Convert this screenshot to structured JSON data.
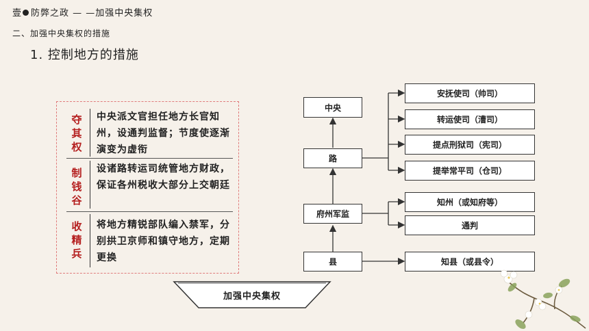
{
  "header": {
    "line1_prefix": "壹",
    "line1_text": "防弊之政 — —加强中央集权",
    "line2": "二、加强中央集权的措施",
    "line3": "1. 控制地方的措施"
  },
  "measures": [
    {
      "label": "夺其权",
      "text": "中央派文官担任地方长官知州，设通判监督；节度使逐渐演变为虚衔"
    },
    {
      "label": "制钱谷",
      "text": "设诸路转运司统管地方财政，保证各州税收大部分上交朝廷"
    },
    {
      "label": "收精兵",
      "text": "将地方精锐部队编入禁军，分别拱卫京师和镇守地方，定期更换"
    }
  ],
  "diagram": {
    "center": "中央",
    "lu": "路",
    "fuzhou": "府州军监",
    "xian": "县",
    "lu_offices": [
      "安抚使司（帅司）",
      "转运使司（漕司）",
      "提点刑狱司（宪司）",
      "提举常平司（仓司）"
    ],
    "fuzhou_offices": [
      "知州（或知府等）",
      "通判"
    ],
    "xian_office": "知县（或县令）"
  },
  "footer": {
    "label": "加强中央集权"
  },
  "icons": {
    "decoration": "flower-branch-icon"
  },
  "colors": {
    "background": "#f6f1ea",
    "accent_red": "#b41e1e",
    "dashed_border": "#e07a7a"
  }
}
